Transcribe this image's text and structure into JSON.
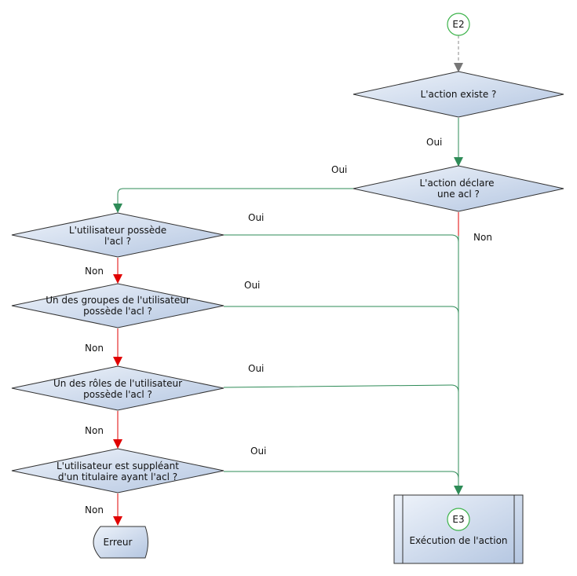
{
  "colors": {
    "yes_edge": "#2e8b57",
    "no_edge": "#e00000",
    "start_edge": "#888888",
    "shape_stroke": "#333333",
    "shape_fill_start": "#eaf0f8",
    "shape_fill_end": "#b9c9e2",
    "connector_stroke": "#3cb34a"
  },
  "nodes": {
    "start": {
      "label": "E2"
    },
    "action_exists": {
      "line1": "L'action existe ?"
    },
    "declares_acl": {
      "line1": "L'action déclare",
      "line2": "une acl ?"
    },
    "user_has_acl": {
      "line1": "L'utilisateur possède",
      "line2": "l'acl ?"
    },
    "group_has_acl": {
      "line1": "Un des groupes de l'utilisateur",
      "line2": "possède l'acl ?"
    },
    "role_has_acl": {
      "line1": "Un des rôles de l'utilisateur",
      "line2": "possède l'acl ?"
    },
    "substitute_acl": {
      "line1": "L'utilisateur est suppléant",
      "line2": "d'un titulaire ayant l'acl ?"
    },
    "error": {
      "label": "Erreur"
    },
    "execution": {
      "connector": "E3",
      "label": "Exécution de l'action"
    }
  },
  "edge_labels": {
    "exists_yes": "Oui",
    "declares_yes": "Oui",
    "declares_no": "Non",
    "user_yes": "Oui",
    "user_no": "Non",
    "group_yes": "Oui",
    "group_no": "Non",
    "role_yes": "Oui",
    "role_no": "Non",
    "substitute_yes": "Oui",
    "substitute_no": "Non"
  }
}
